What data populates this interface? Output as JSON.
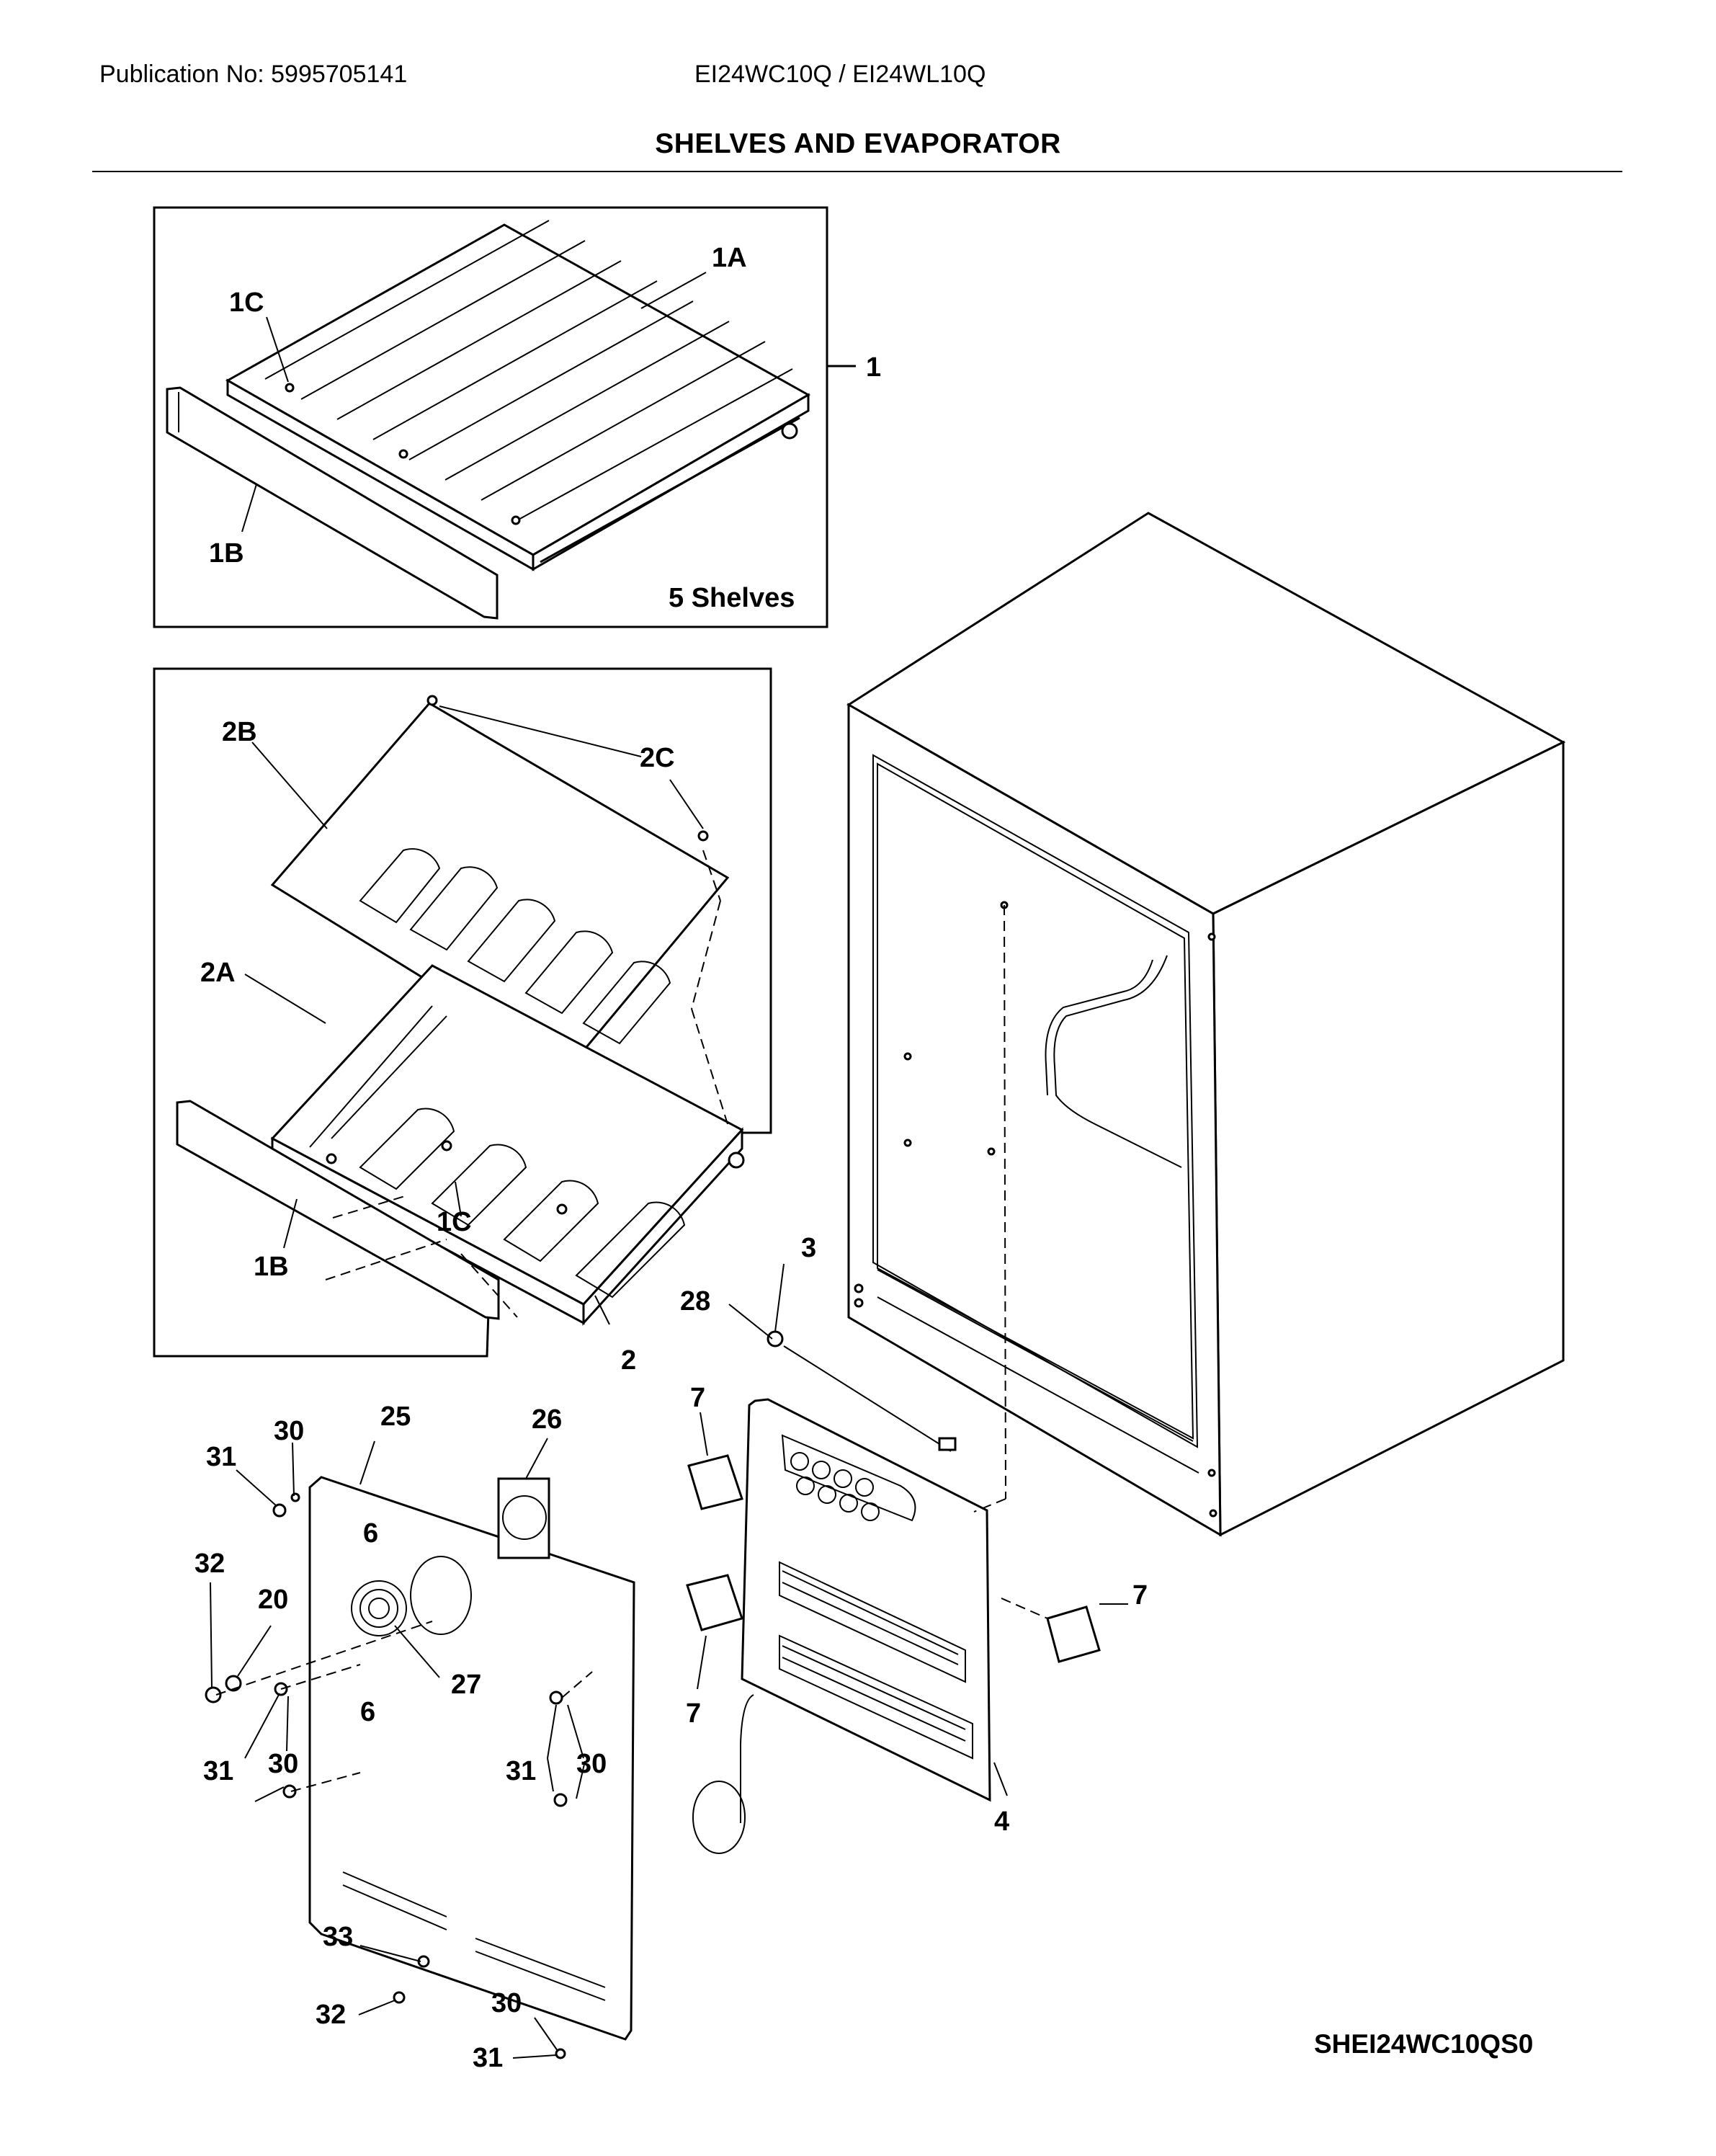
{
  "header": {
    "publication": "Publication No: 5995705141",
    "models": "EI24WC10Q / EI24WL10Q",
    "title": "SHELVES AND EVAPORATOR"
  },
  "footer": {
    "diagram_code": "SHEI24WC10QS0"
  },
  "inset_shelf": {
    "note": "5 Shelves"
  },
  "callouts": {
    "c1": "1",
    "c1A": "1A",
    "c1B_top": "1B",
    "c1C_top": "1C",
    "c2": "2",
    "c2A": "2A",
    "c2B": "2B",
    "c2C": "2C",
    "c1B_mid": "1B",
    "c1C_mid": "1C",
    "c3": "3",
    "c28": "28",
    "c4": "4",
    "c7a": "7",
    "c7b": "7",
    "c7c": "7",
    "c25": "25",
    "c26": "26",
    "c27": "27",
    "c20": "20",
    "c6a": "6",
    "c6b": "6",
    "c30a": "30",
    "c31a": "31",
    "c32a": "32",
    "c31b": "31",
    "c30b": "30",
    "c31c": "31",
    "c30c": "30",
    "c33": "33",
    "c32b": "32",
    "c30d": "30",
    "c31d": "31"
  }
}
